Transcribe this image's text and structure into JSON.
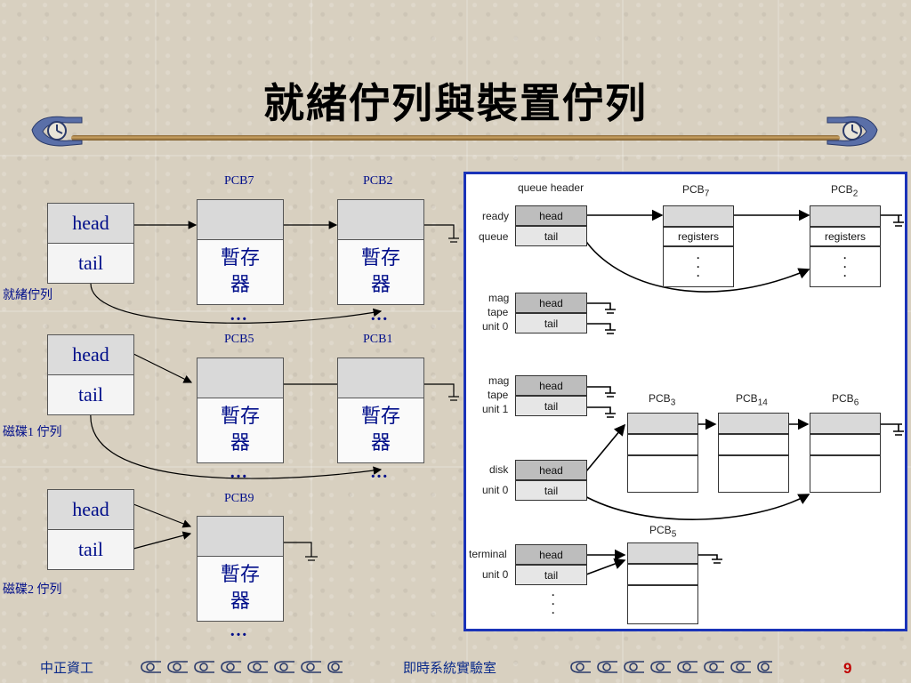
{
  "slide": {
    "title": "就緒佇列與裝置佇列",
    "footer_left": "中正資工",
    "footer_center": "即時系統實驗室",
    "page_number": "9"
  },
  "left_diagram": {
    "node_fields": {
      "head": "head",
      "tail": "tail"
    },
    "register_text_line1": "暫存",
    "register_text_line2": "器",
    "ellipsis": "…",
    "queues": [
      {
        "label": "就緒佇列",
        "pcbs": [
          "PCB7",
          "PCB2"
        ]
      },
      {
        "label": "磁碟1 佇列",
        "pcbs": [
          "PCB5",
          "PCB1"
        ]
      },
      {
        "label": "磁碟2 佇列",
        "pcbs": [
          "PCB9"
        ]
      }
    ]
  },
  "right_diagram": {
    "column_header": "queue header",
    "fields": {
      "head": "head",
      "tail": "tail"
    },
    "register_label": "registers",
    "vertical_dots": "·\n·\n·",
    "queues": [
      {
        "line1": "ready",
        "line2": "queue"
      },
      {
        "line1": "mag",
        "line2": "tape",
        "line3": "unit 0"
      },
      {
        "line1": "mag",
        "line2": "tape",
        "line3": "unit 1"
      },
      {
        "line1": "disk",
        "line2": "unit 0"
      },
      {
        "line1": "terminal",
        "line2": "unit 0"
      }
    ],
    "pcbs": [
      {
        "base": "PCB",
        "sub": "7"
      },
      {
        "base": "PCB",
        "sub": "2"
      },
      {
        "base": "PCB",
        "sub": "3"
      },
      {
        "base": "PCB",
        "sub": "14"
      },
      {
        "base": "PCB",
        "sub": "6"
      },
      {
        "base": "PCB",
        "sub": "5"
      }
    ]
  },
  "colors": {
    "accent_blue": "#000e8a",
    "panel_border": "#1a33b8",
    "page_number": "#c00000"
  }
}
